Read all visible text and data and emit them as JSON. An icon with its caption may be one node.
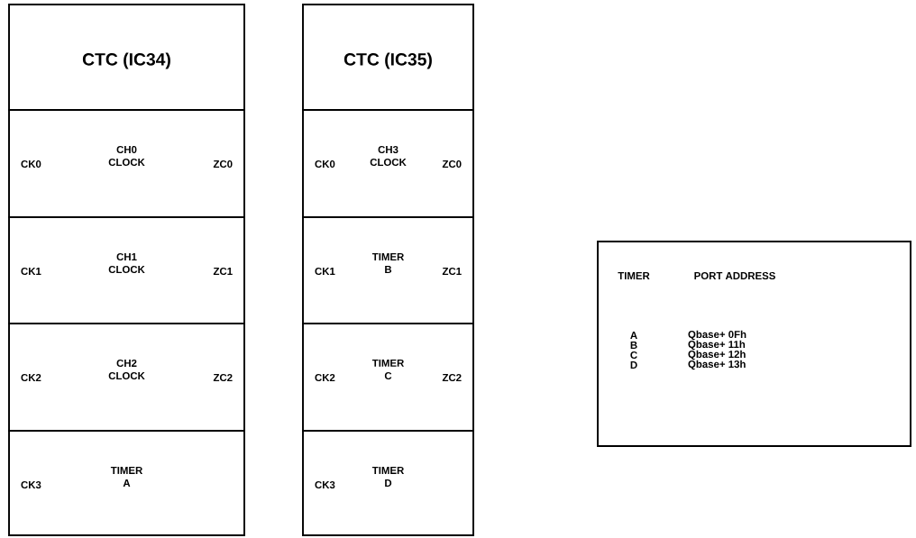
{
  "diagram": {
    "nodes": [
      {
        "text": [
          "CTC (IC34)"
        ]
      },
      {
        "text": [
          "CK0",
          "CH0 CLOCK",
          "ZC0"
        ]
      },
      {
        "text": [
          "CK1",
          "CH1 CLOCK",
          "ZC1"
        ]
      },
      {
        "text": [
          "CK2",
          "CH2 CLOCK",
          "ZC2"
        ]
      },
      {
        "text": [
          "CK3",
          "TIMER A"
        ]
      },
      {
        "text": [
          "CTC (IC35)"
        ]
      },
      {
        "text": [
          "CK0",
          "CH3 CLOCK",
          "ZC0"
        ]
      },
      {
        "text": [
          "CK1",
          "TIMER B",
          "ZC1"
        ]
      },
      {
        "text": [
          "CK2",
          "TIMER C",
          "ZC2"
        ]
      },
      {
        "text": [
          "CK3",
          "TIMER D"
        ]
      },
      {
        "text": [
          "TIMER",
          "PORT ADDRESS",
          "A",
          "Qbase+ 0Fh",
          "B",
          "Qbase+ 11h",
          "C",
          "Qbase+ 12h",
          "D",
          "Qbase+ 13h"
        ]
      }
    ]
  }
}
